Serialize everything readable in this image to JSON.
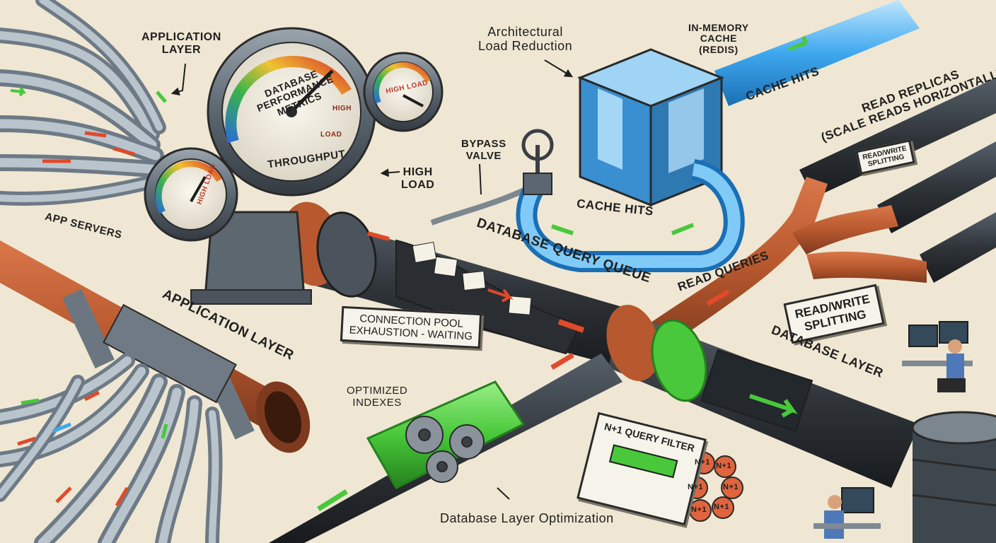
{
  "labels": {
    "application_layer_top": "APPLICATION\nLAYER",
    "app_servers": "APP SERVERS",
    "application_layer_pipe": "APPLICATION LAYER",
    "gauge_main": "DATABASE\nPERFORMANCE\nMETRICS",
    "gauge_throughput": "THROUGHPUT",
    "gauge_high": "HIGH",
    "gauge_load": "LOAD",
    "gauge_small_left": "HIGH LOAD",
    "gauge_small_right": "HIGH LOAD",
    "high_load": "HIGH\nLOAD",
    "bypass_valve": "BYPASS\nVALVE",
    "architectural_load_reduction": "Architectural\nLoad Reduction",
    "in_memory_cache": "IN-MEMORY\nCACHE\n(REDIS)",
    "cache_hits_top": "CACHE HITS",
    "cache_hits_loop": "CACHE HITS",
    "read_replicas": "READ REPLICAS\n(SCALE READS HORIZONTALLY)",
    "rw_splitting_small": "READ/WRITE\nSPLITTING",
    "rw_splitting_big": "READ/WRITE\nSPLITTING",
    "read_queries": "READ QUERIES",
    "database_query_queue": "DATABASE QUERY QUEUE",
    "connection_pool": "CONNECTION POOL\nEXHAUSTION - WAITING",
    "optimized_indexes": "OPTIMIZED\nINDEXES",
    "database_layer": "DATABASE LAYER",
    "n1_filter": "N+1 QUERY FILTER",
    "n1_token": "N+1",
    "database_layer_optimization": "Database Layer Optimization"
  },
  "colors": {
    "background": "#efe7d3",
    "copper": "#b8582e",
    "steel": "#5b6670",
    "dark_pipe": "#2f3439",
    "cache_blue": "#3fa8ee",
    "green": "#48c83a",
    "red_arrow": "#e04a2a"
  },
  "icons": [
    "pressure-gauge-icon",
    "valve-wheel-icon",
    "cache-cube-icon",
    "gear-icon",
    "server-icon",
    "operator-icon",
    "database-cylinder-icon",
    "flow-arrow-icon"
  ]
}
